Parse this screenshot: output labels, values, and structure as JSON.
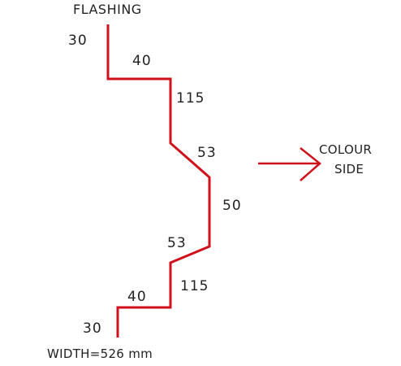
{
  "title": "FLASHING",
  "segments": [
    {
      "label": "30"
    },
    {
      "label": "40"
    },
    {
      "label": "115"
    },
    {
      "label": "53"
    },
    {
      "label": "50"
    },
    {
      "label": "53"
    },
    {
      "label": "115"
    },
    {
      "label": "40"
    },
    {
      "label": "30"
    }
  ],
  "colour_side": {
    "line1": "COLOUR",
    "line2": "SIDE"
  },
  "width_label": "WIDTH=526 mm",
  "colors": {
    "profile": "#d0101a",
    "text": "#222222",
    "background": "#ffffff"
  }
}
